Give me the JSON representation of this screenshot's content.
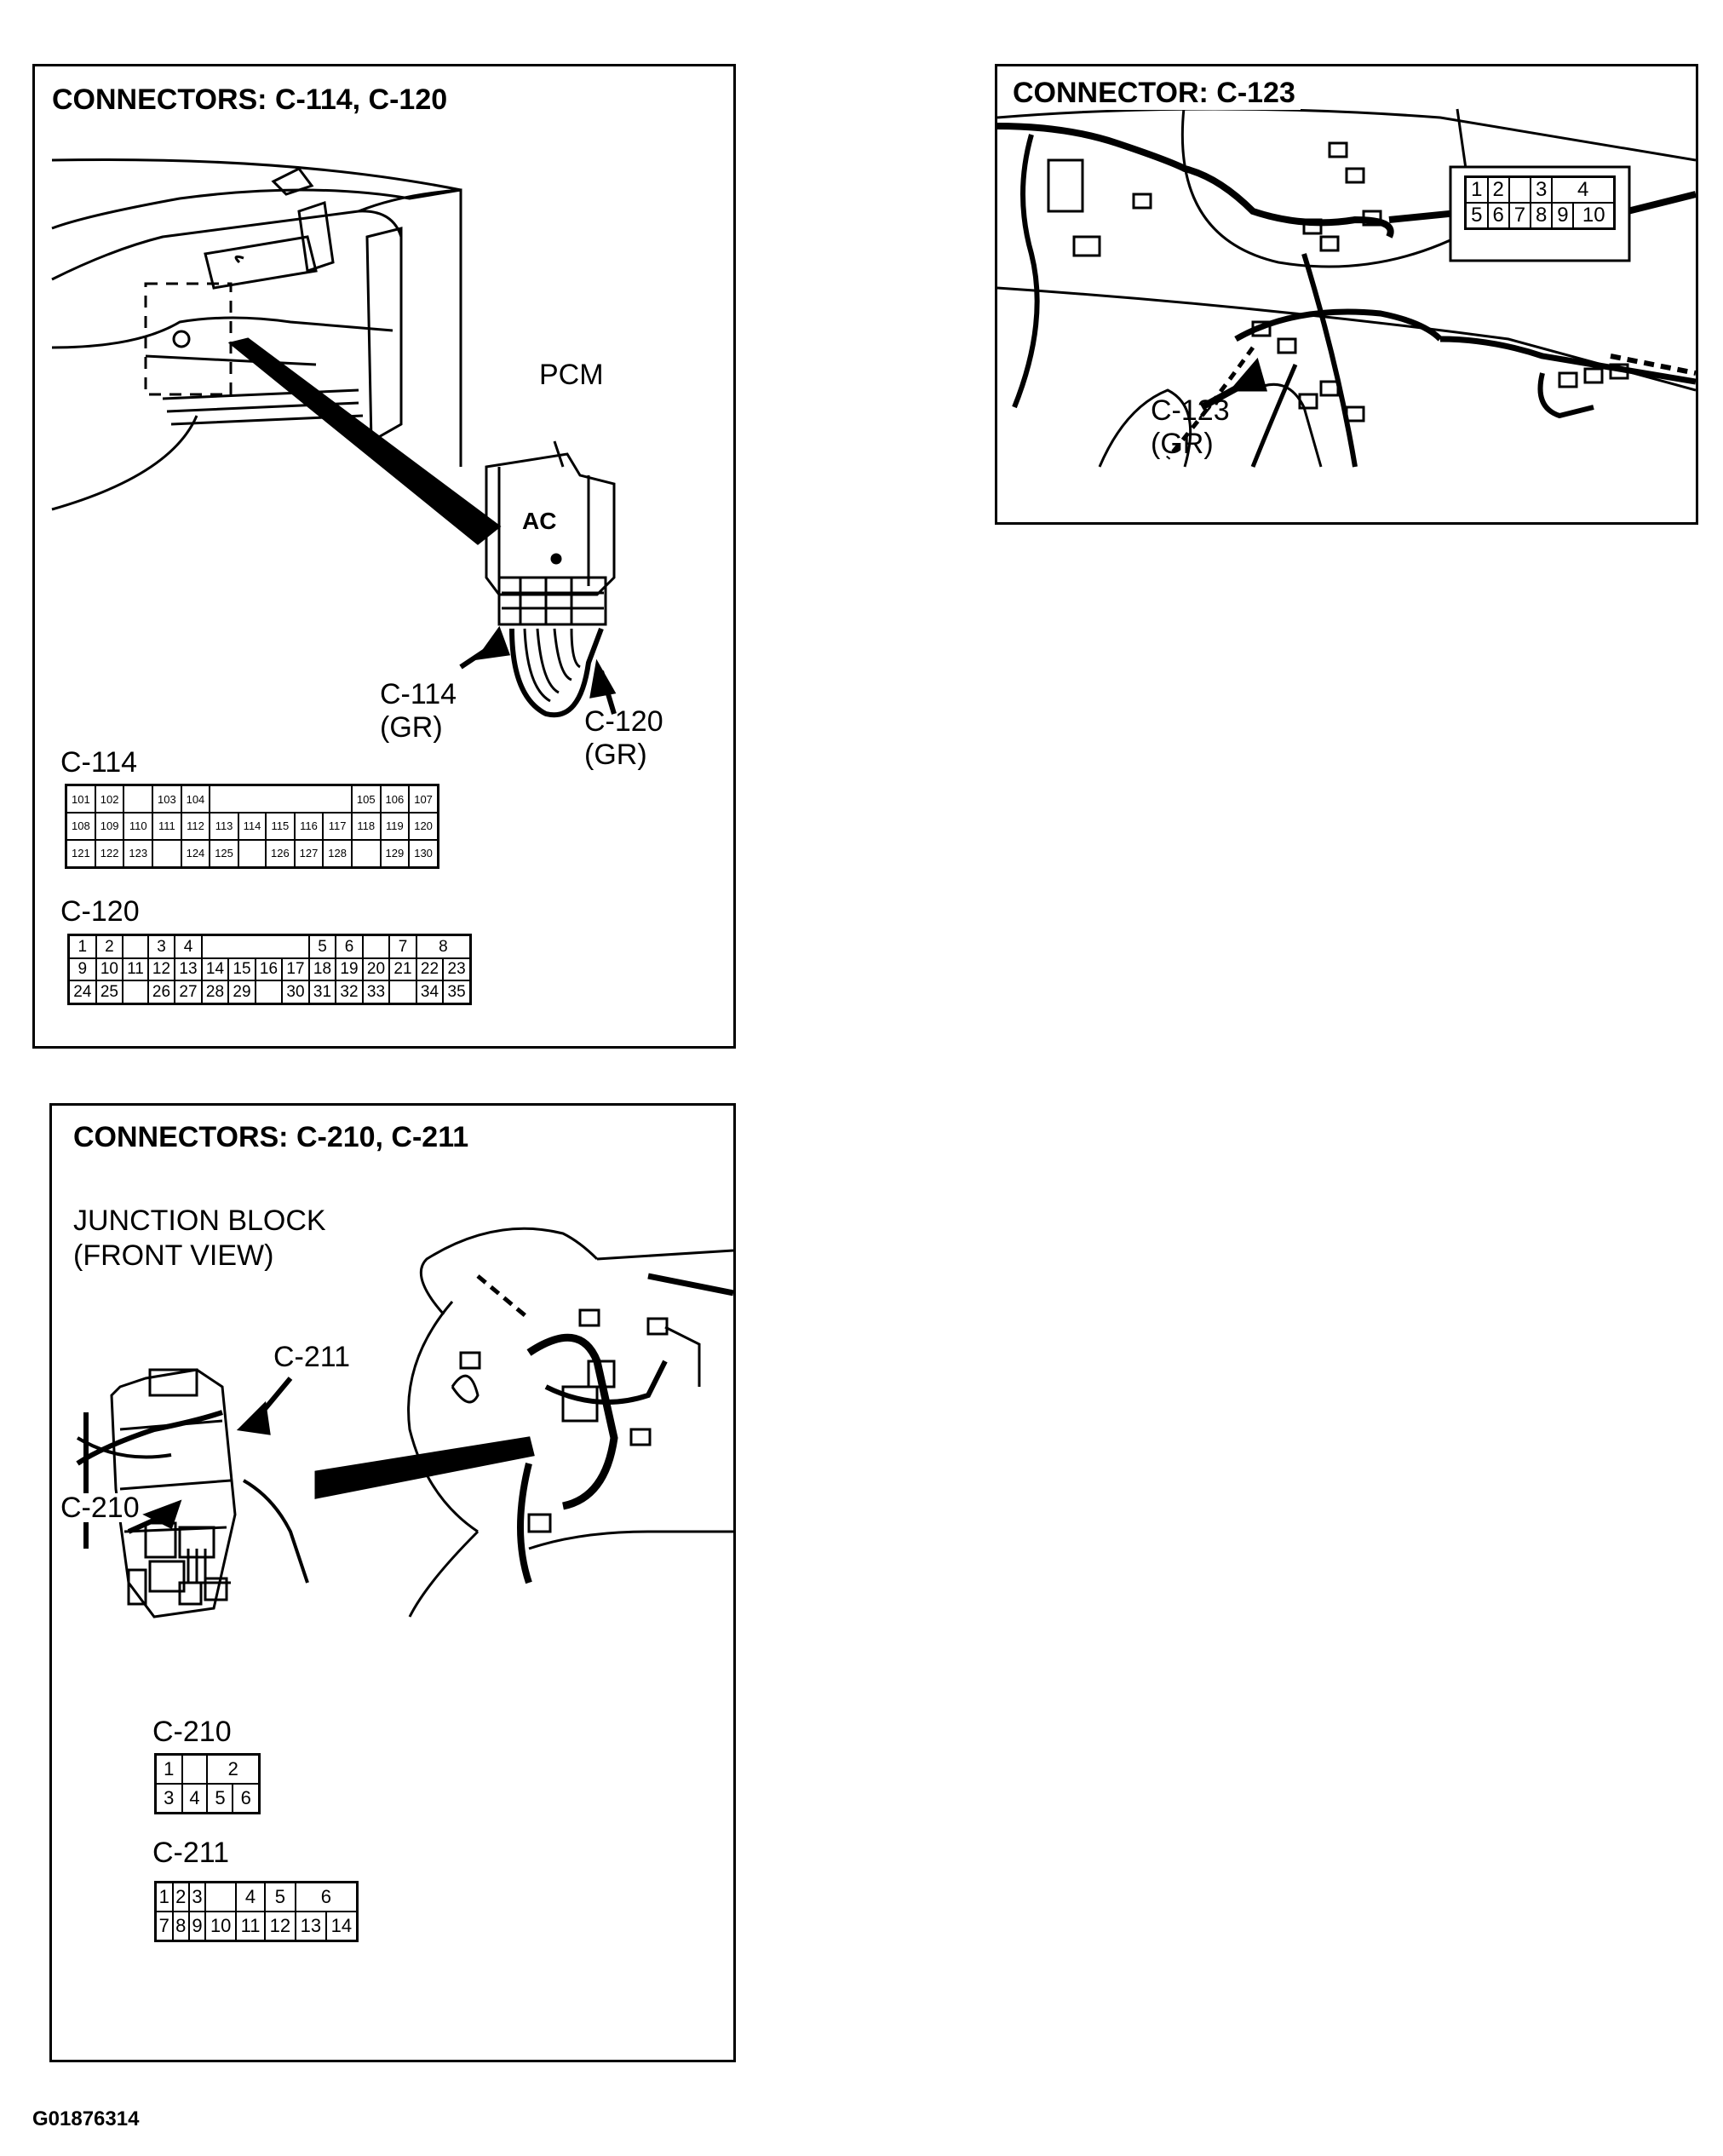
{
  "figure_id": "G01876314",
  "panel_c114_c120": {
    "title": "CONNECTORS: C-114, C-120",
    "pcm_label": "PCM",
    "ac_label": "AC",
    "c114_callout": [
      "C-114",
      "(GR)"
    ],
    "c120_callout": [
      "C-120",
      "(GR)"
    ],
    "c114": {
      "name": "C-114",
      "rows": [
        [
          "101",
          "102",
          "",
          "103",
          "104",
          "",
          "",
          "",
          "",
          "",
          "105",
          "106",
          "107"
        ],
        [
          "108",
          "109",
          "110",
          "111",
          "112",
          "113",
          "114",
          "115",
          "116",
          "117",
          "118",
          "119",
          "120"
        ],
        [
          "121",
          "122",
          "123",
          "",
          "124",
          "125",
          "",
          "126",
          "127",
          "128",
          "",
          "129",
          "130"
        ]
      ]
    },
    "c120": {
      "name": "C-120",
      "rows": [
        [
          "1",
          "2",
          "",
          "3",
          "4",
          "",
          "",
          "",
          "",
          "5",
          "6",
          "",
          "7",
          "8"
        ],
        [
          "9",
          "10",
          "11",
          "12",
          "13",
          "14",
          "15",
          "16",
          "17",
          "18",
          "19",
          "20",
          "21",
          "22",
          "23"
        ],
        [
          "24",
          "25",
          "",
          "26",
          "27",
          "28",
          "29",
          "",
          "30",
          "31",
          "32",
          "33",
          "",
          "34",
          "35"
        ]
      ]
    }
  },
  "panel_c123": {
    "title": "CONNECTOR: C-123",
    "callout": [
      "C-123",
      "(GR)"
    ],
    "pins": {
      "top": [
        "1",
        "2",
        "",
        "3",
        "4"
      ],
      "bottom": [
        "5",
        "6",
        "7",
        "8",
        "9",
        "10"
      ]
    }
  },
  "panel_c210_c211": {
    "title": "CONNECTORS: C-210, C-211",
    "subtitle": [
      "JUNCTION BLOCK",
      "(FRONT VIEW)"
    ],
    "c211_callout": "C-211",
    "c210_callout": "C-210",
    "c210": {
      "name": "C-210",
      "top": [
        "1",
        "",
        "2"
      ],
      "bottom": [
        "3",
        "4",
        "5",
        "6"
      ]
    },
    "c211": {
      "name": "C-211",
      "top": [
        "1",
        "2",
        "3",
        "",
        "4",
        "5",
        "6"
      ],
      "bottom": [
        "7",
        "8",
        "9",
        "10",
        "11",
        "12",
        "13",
        "14"
      ]
    }
  }
}
